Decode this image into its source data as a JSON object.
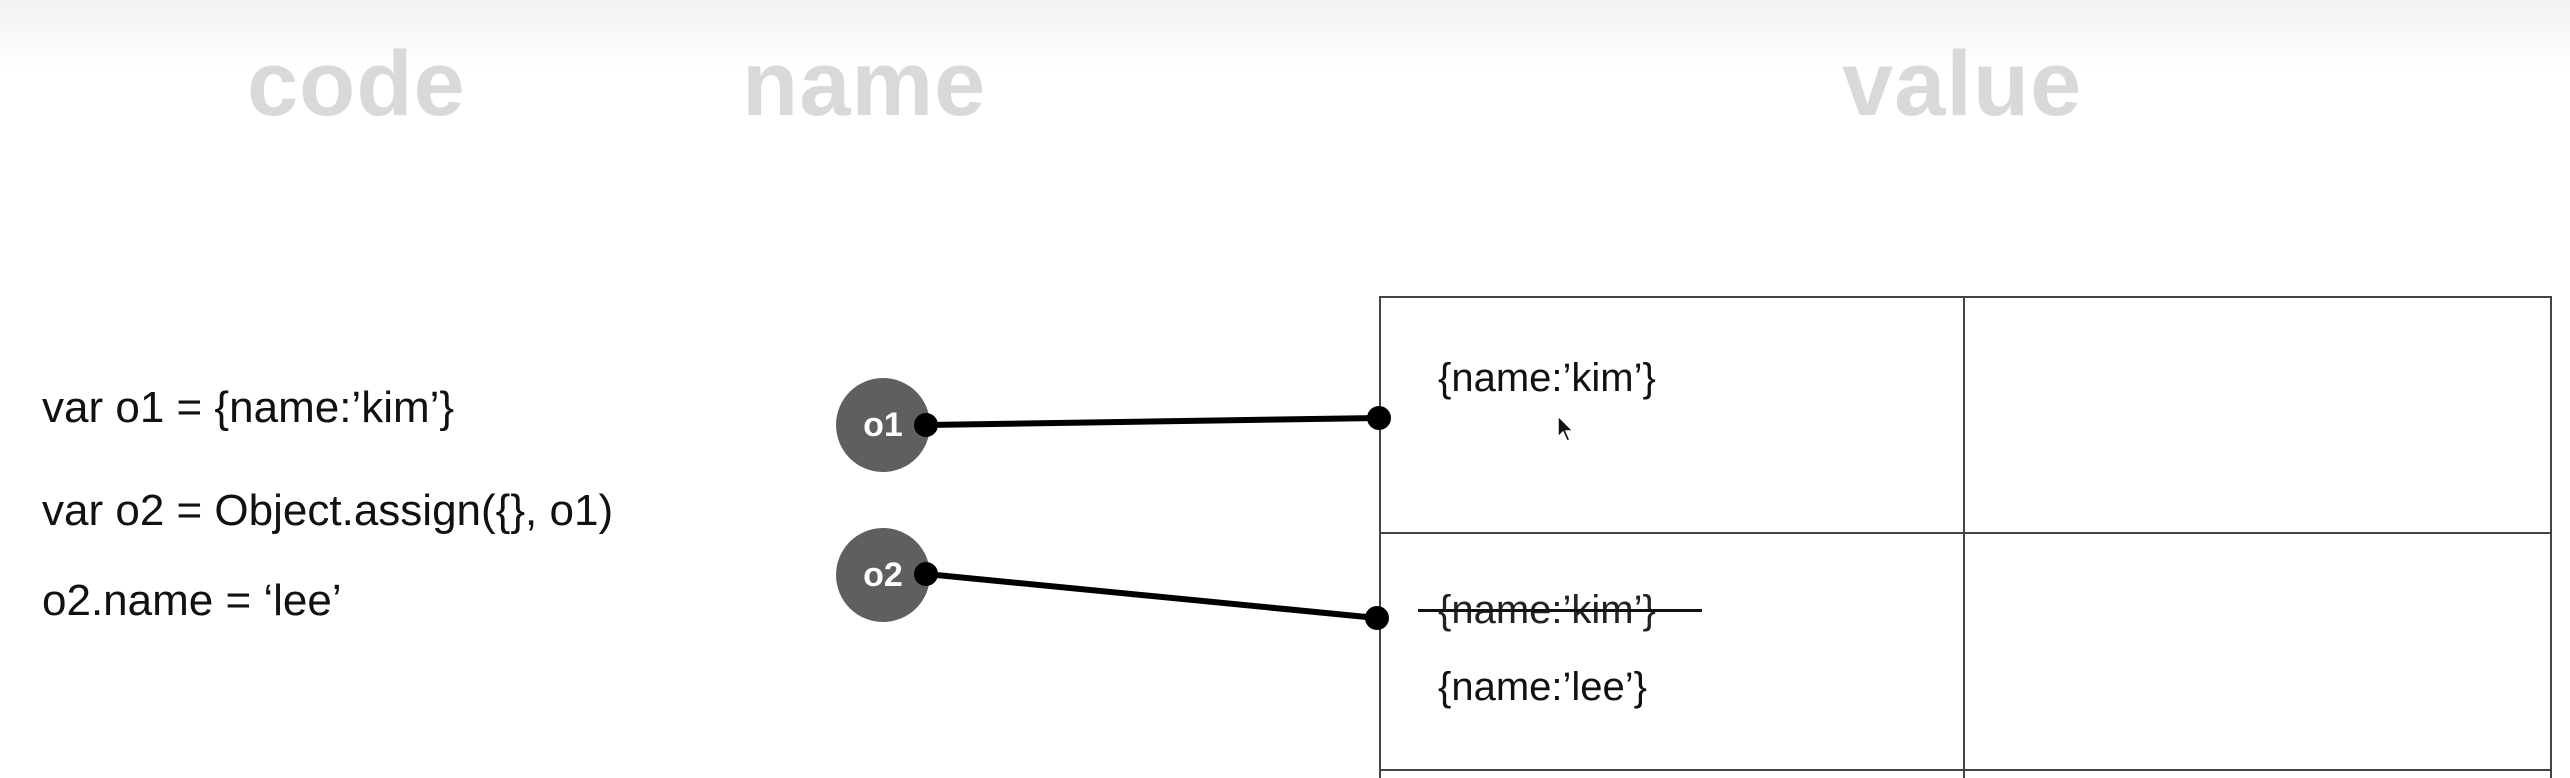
{
  "headers": {
    "code": "code",
    "name": "name",
    "value": "value"
  },
  "code_lines": [
    "var o1 = {name:’kim’}",
    "var o2 = Object.assign({}, o1)",
    "o2.name = ‘lee’"
  ],
  "variables": [
    {
      "label": "o1"
    },
    {
      "label": "o2"
    }
  ],
  "values": {
    "cell_1": "{name:’kim’}",
    "cell_2_old": "{name:’kim’}",
    "cell_2_new": "{name:’lee’}"
  },
  "colors": {
    "header": "#d9d9d9",
    "circle": "#5f5f5f",
    "line": "#000000",
    "grid": "#444444"
  },
  "icons": {
    "cursor": "mouse-pointer-icon",
    "pointer_dot": "dot-icon"
  }
}
